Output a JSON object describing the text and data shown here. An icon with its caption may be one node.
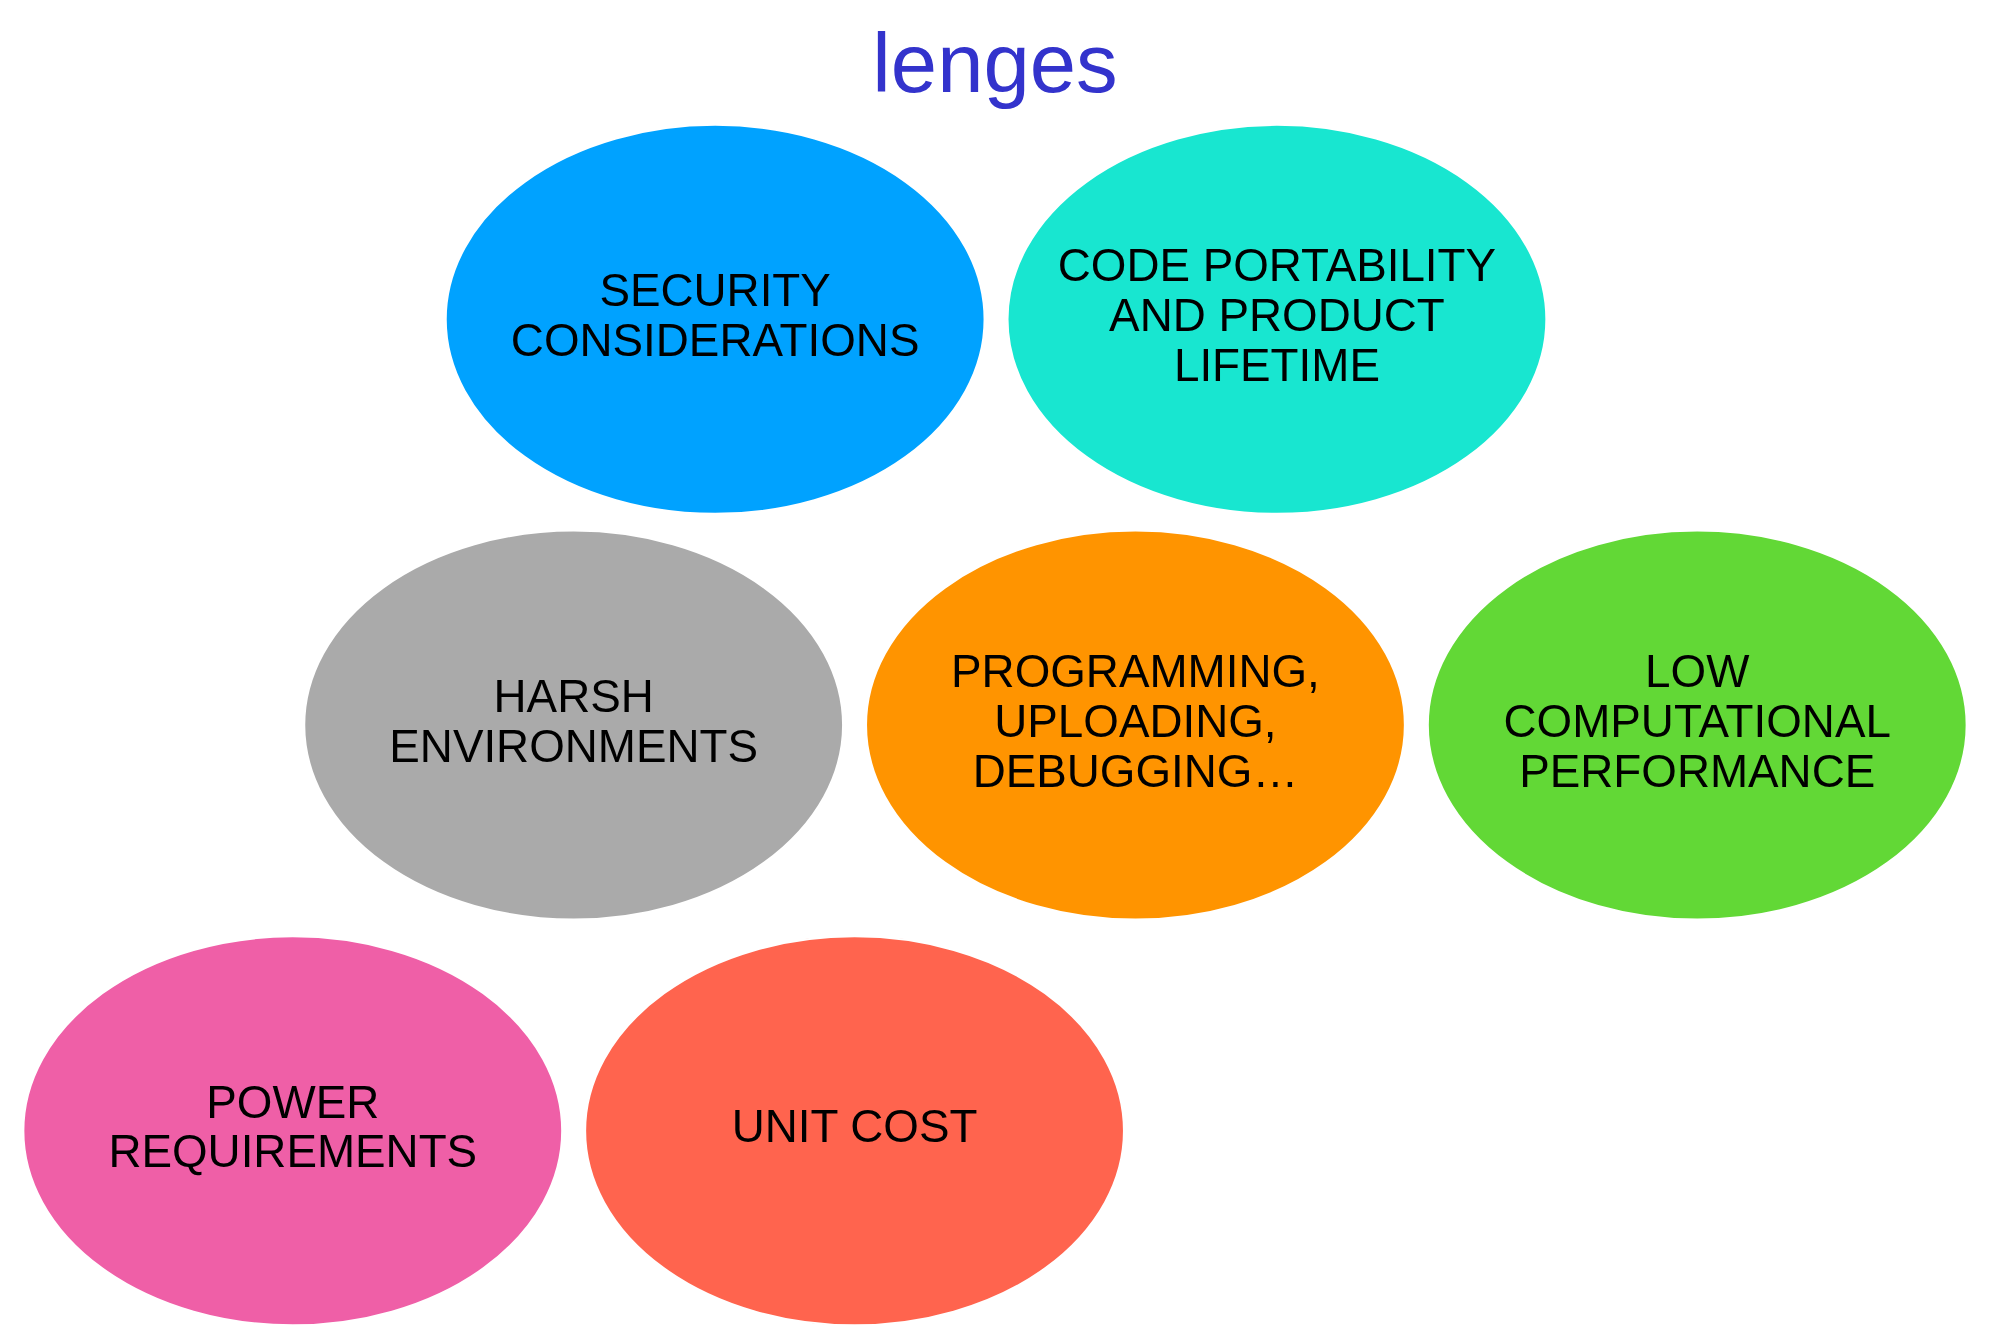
{
  "diagram": {
    "title": "lenges",
    "nodes": [
      {
        "text": [
          "SECURITY CONSIDERATIONS"
        ]
      },
      {
        "text": [
          "CODE PORTABILITY AND PRODUCT LIFETIME"
        ]
      },
      {
        "text": [
          "HARSH ENVIRONMENTS"
        ]
      },
      {
        "text": [
          "PROGRAMMING, UPLOADING, DEBUGGING…"
        ]
      },
      {
        "text": [
          "LOW COMPUTATIONAL PERFORMANCE"
        ]
      },
      {
        "text": [
          "POWER REQUIREMENTS"
        ]
      },
      {
        "text": [
          "UNIT COST"
        ]
      }
    ],
    "edges": []
  }
}
